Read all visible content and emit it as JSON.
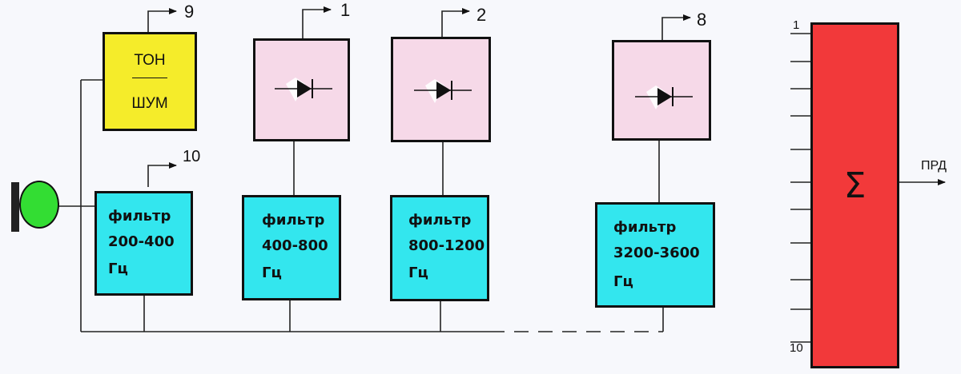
{
  "tone_block": {
    "top": "ТОН",
    "bottom": "ШУМ",
    "output": "9"
  },
  "filters": [
    {
      "title": "фильтр",
      "range": "200-400",
      "unit": "Гц",
      "output": "10"
    },
    {
      "title": "фильтр",
      "range": "400-800",
      "unit": "Гц"
    },
    {
      "title": "фильтр",
      "range": "800-1200",
      "unit": "Гц"
    },
    {
      "title": "фильтр",
      "range": "3200-3600",
      "unit": "Гц"
    }
  ],
  "detectors": [
    {
      "output": "1"
    },
    {
      "output": "2"
    },
    {
      "output": "8"
    }
  ],
  "summator": {
    "symbol": "Σ",
    "first_input": "1",
    "last_input": "10",
    "output": "ПРД"
  },
  "colors": {
    "filter": "#33e6ee",
    "detector": "#f6d9e8",
    "tone": "#f5ec2a",
    "summator": "#f2393a",
    "microphone": "#33dd33"
  }
}
